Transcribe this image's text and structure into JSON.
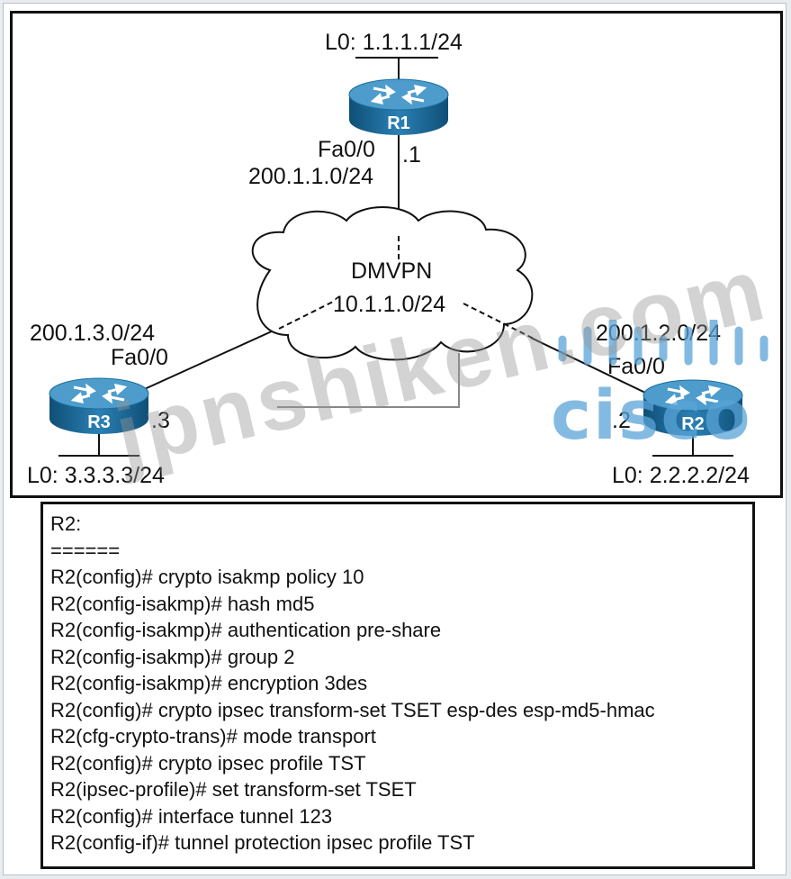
{
  "diagram": {
    "r1": {
      "name": "R1",
      "loopback": "L0: 1.1.1.1/24",
      "interface": "Fa0/0",
      "host": ".1",
      "subnet": "200.1.1.0/24"
    },
    "r2": {
      "name": "R2",
      "loopback": "L0: 2.2.2.2/24",
      "interface": "Fa0/0",
      "host": ".2",
      "subnet": "200.1.2.0/24"
    },
    "r3": {
      "name": "R3",
      "loopback": "L0: 3.3.3.3/24",
      "interface": "Fa0/0",
      "host": ".3",
      "subnet": "200.1.3.0/24"
    },
    "cloud": {
      "name": "DMVPN",
      "subnet": "10.1.1.0/24"
    },
    "colors": {
      "router_body": "#1a6d9c",
      "router_top": "#4d9ccc",
      "logo": "#5aa4d8"
    }
  },
  "config": {
    "lines": [
      "R2:",
      "======",
      "R2(config)# crypto isakmp policy 10",
      "R2(config-isakmp)# hash md5",
      "R2(config-isakmp)# authentication pre-share",
      "R2(config-isakmp)# group 2",
      "R2(config-isakmp)# encryption 3des",
      "R2(config)# crypto ipsec transform-set TSET esp-des esp-md5-hmac",
      "R2(cfg-crypto-trans)# mode transport",
      "R2(config)# crypto ipsec profile TST",
      "R2(ipsec-profile)# set transform-set TSET",
      "R2(config)# interface tunnel 123",
      "R2(config-if)# tunnel protection ipsec profile TST"
    ]
  },
  "watermark": {
    "text": "jpnshiken.com"
  },
  "logo": {
    "text": "cisco",
    "icon": "cisco-bridge-logo"
  }
}
